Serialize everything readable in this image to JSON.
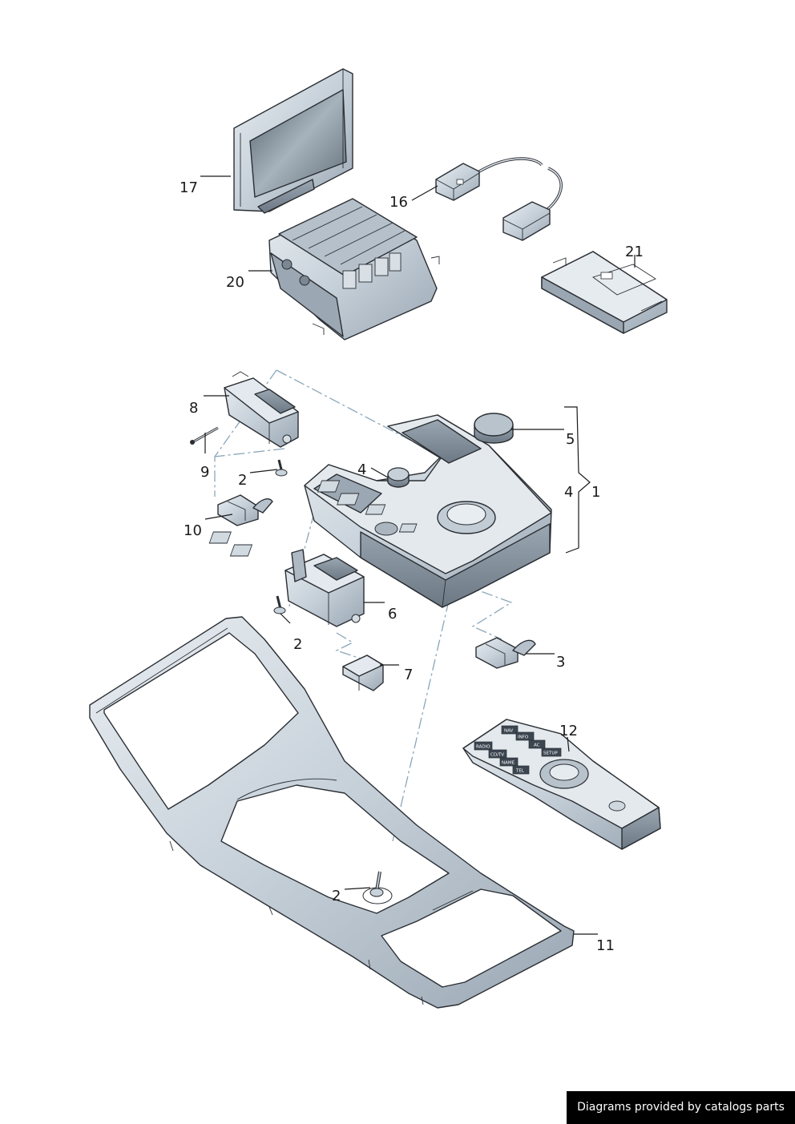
{
  "callouts": {
    "c1": "1",
    "c2a": "2",
    "c2b": "2",
    "c2c": "2",
    "c3": "3",
    "c4a": "4",
    "c4b": "4",
    "c5": "5",
    "c6": "6",
    "c7": "7",
    "c8": "8",
    "c9": "9",
    "c10": "10",
    "c11": "11",
    "c12": "12",
    "c16": "16",
    "c17": "17",
    "c20": "20",
    "c21": "21"
  },
  "remote_buttons": [
    "RADIO",
    "CD/TV",
    "NAME",
    "TEL",
    "NAV",
    "INFO",
    "AC",
    "SETUP"
  ],
  "credit": "Diagrams provided by catalogs parts",
  "colors": {
    "part_fill": "#c9d3dc",
    "part_light": "#e3e9ee",
    "part_dark": "#8e9aa5",
    "line": "#2a2e33",
    "dash": "#8aa6b8",
    "credit_bg": "#000000"
  }
}
